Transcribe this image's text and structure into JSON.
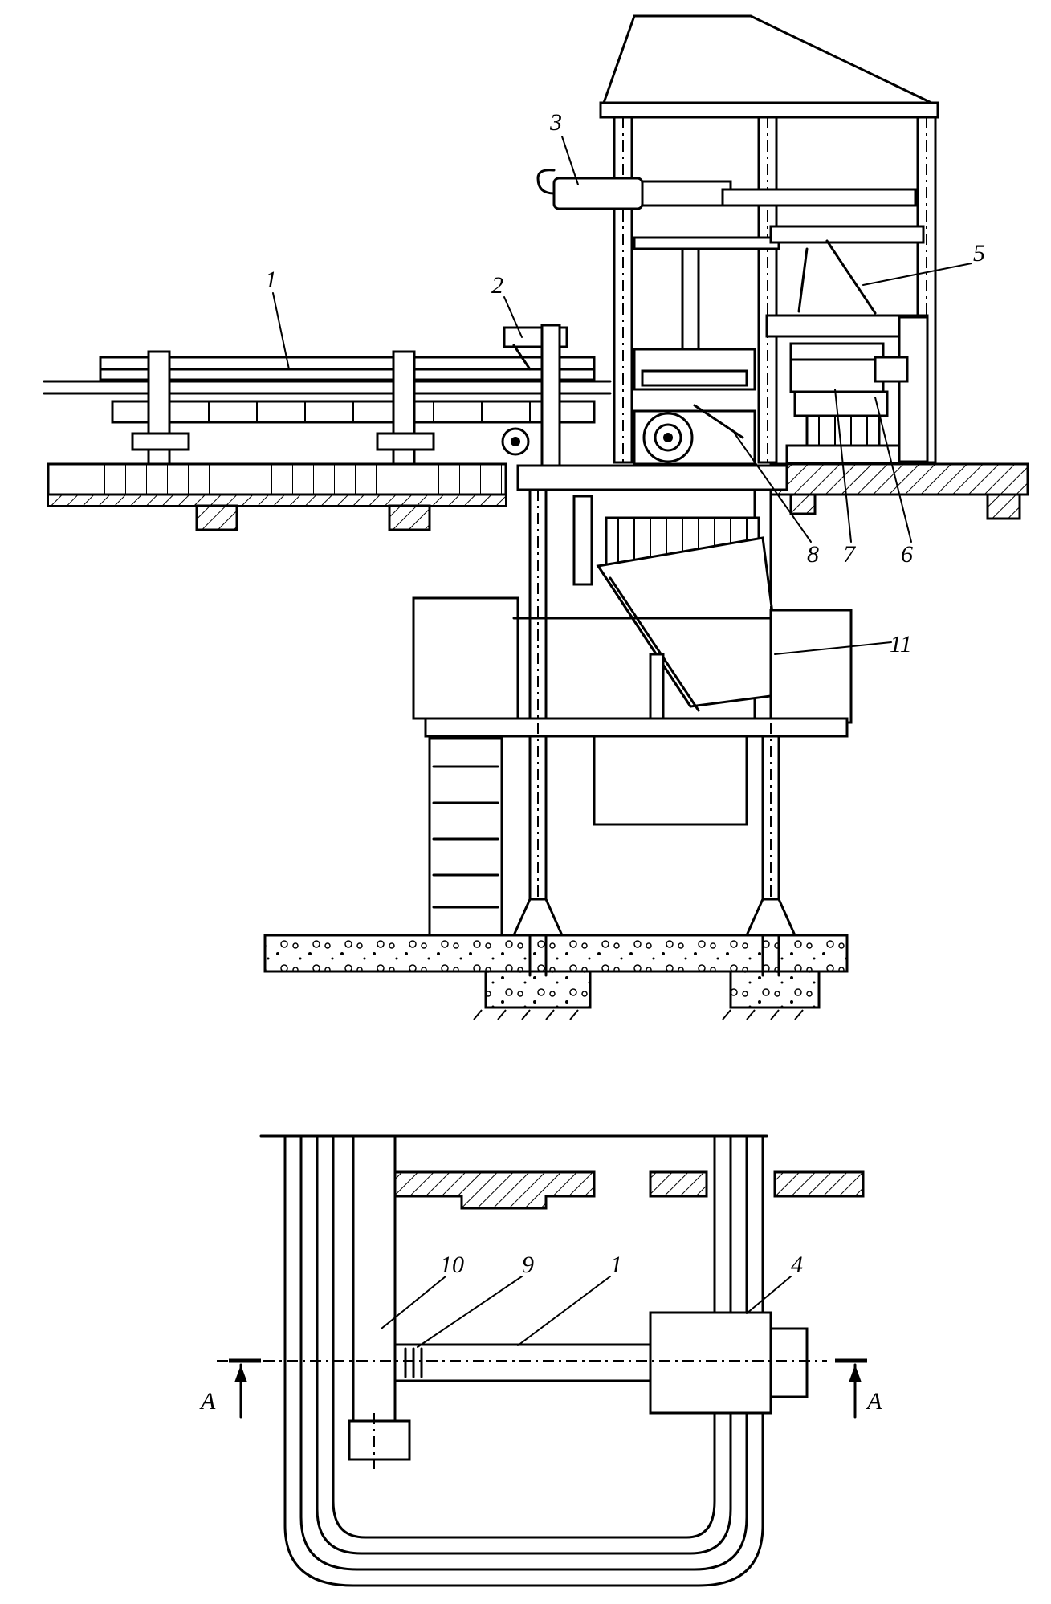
{
  "callouts": {
    "c1_top": "1",
    "c2": "2",
    "c3": "3",
    "c5": "5",
    "c6": "6",
    "c7": "7",
    "c8": "8",
    "c11": "11",
    "c10": "10",
    "c9": "9",
    "c1_bottom": "1",
    "c4": "4",
    "section_left": "A",
    "section_right": "A"
  },
  "colors": {
    "ink": "#000000",
    "paper": "#ffffff"
  }
}
